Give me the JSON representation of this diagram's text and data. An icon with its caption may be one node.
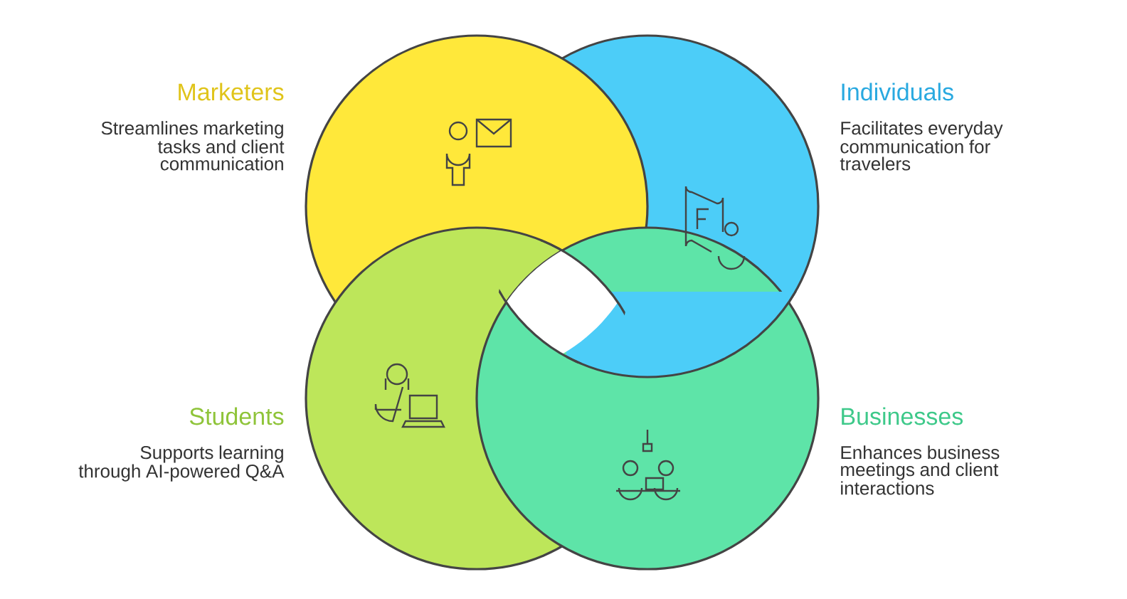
{
  "diagram": {
    "nodes": [
      {
        "text": [
          "Marketers",
          "Streamlines marketing tasks and client communication"
        ]
      },
      {
        "text": [
          "Individuals",
          "Facilitates everyday communication for travelers"
        ]
      },
      {
        "text": [
          "Students",
          "Supports learning through AI-powered Q&A"
        ]
      },
      {
        "text": [
          "Businesses",
          "Enhances business meetings and client interactions"
        ]
      }
    ],
    "edges": []
  }
}
